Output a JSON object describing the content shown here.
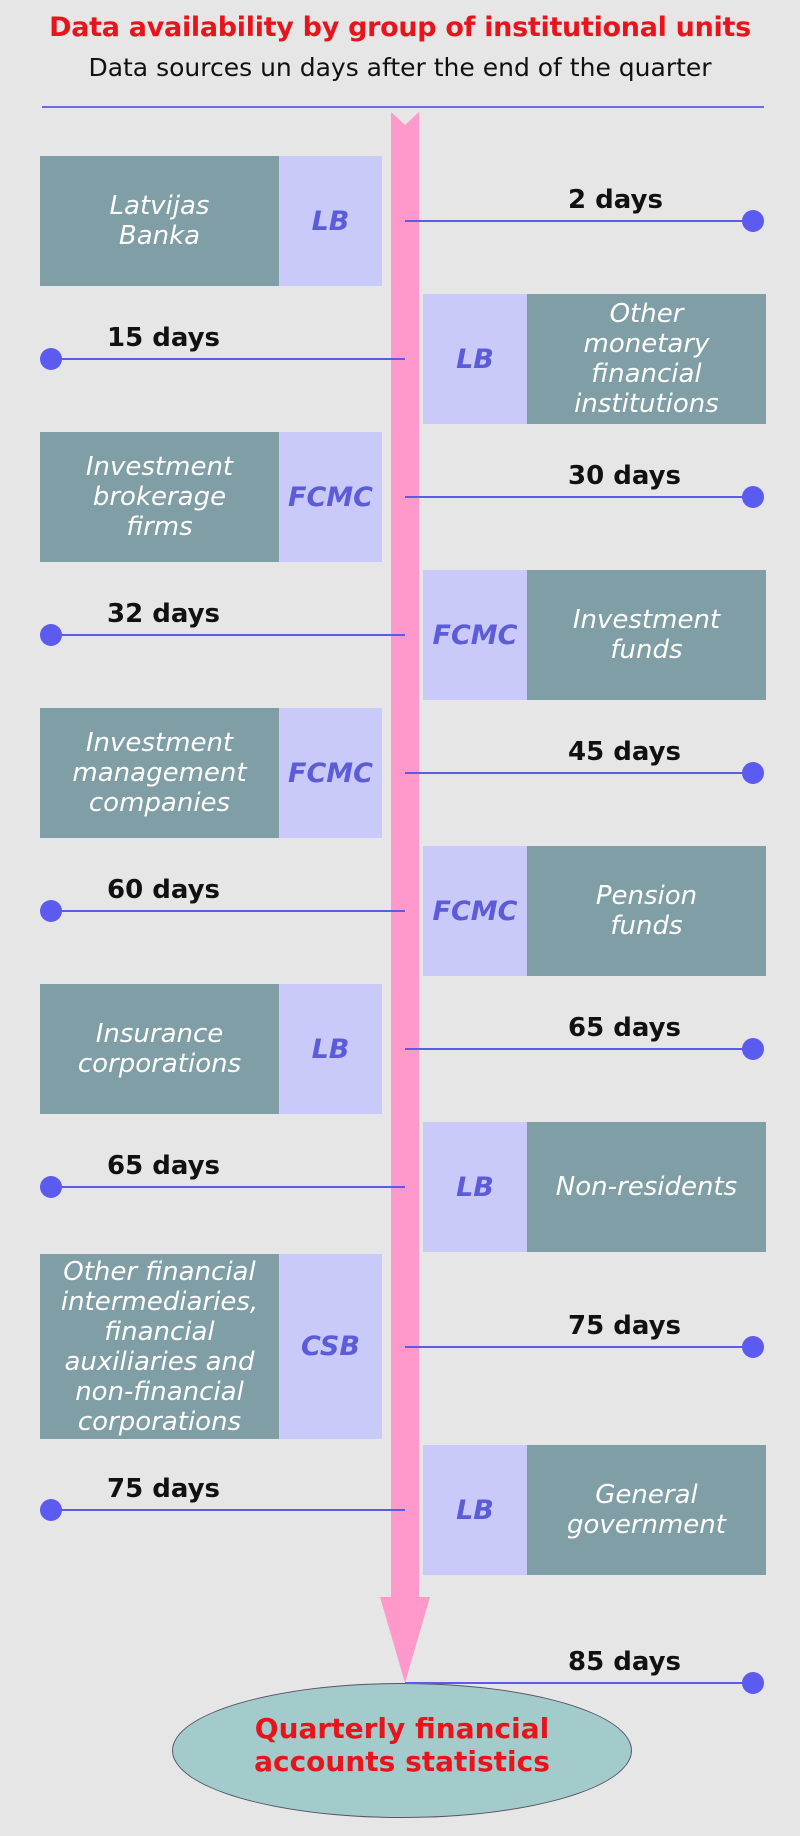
{
  "header": {
    "title": "Data availability by group of institutional units",
    "subtitle": "Data sources un days after the end of the quarter"
  },
  "rows": [
    {
      "name": "Latvijas\nBanka",
      "source": "LB",
      "days": "2 days"
    },
    {
      "name": "Other\nmonetary\nfinancial\ninstitutions",
      "source": "LB",
      "days": "15 days"
    },
    {
      "name": "Investment\nbrokerage\nfirms",
      "source": "FCMC",
      "days": "30 days"
    },
    {
      "name": "Investment\nfunds",
      "source": "FCMC",
      "days": "32 days"
    },
    {
      "name": "Investment\nmanagement\ncompanies",
      "source": "FCMC",
      "days": "45 days"
    },
    {
      "name": "Pension\nfunds",
      "source": "FCMC",
      "days": "60 days"
    },
    {
      "name": "Insurance\ncorporations",
      "source": "LB",
      "days": "65 days"
    },
    {
      "name": "Non-residents",
      "source": "LB",
      "days": "65 days"
    },
    {
      "name": "Other financial\nintermediaries,\nfinancial\nauxiliaries and\nnon-financial\ncorporations",
      "source": "CSB",
      "days": "75 days"
    },
    {
      "name": "General\ngovernment",
      "source": "LB",
      "days": "75 days"
    }
  ],
  "final": {
    "days": "85 days",
    "label": "Quarterly financial\naccounts statistics"
  },
  "colors": {
    "title_red": "#e8141c",
    "box_grey": "#7f9ea6",
    "source_lavender": "#cacafa",
    "source_text": "#5c5cd8",
    "line_blue": "#5b5be8",
    "arrow_pink": "#ff99cc",
    "ellipse_teal": "#a3cbcb"
  }
}
